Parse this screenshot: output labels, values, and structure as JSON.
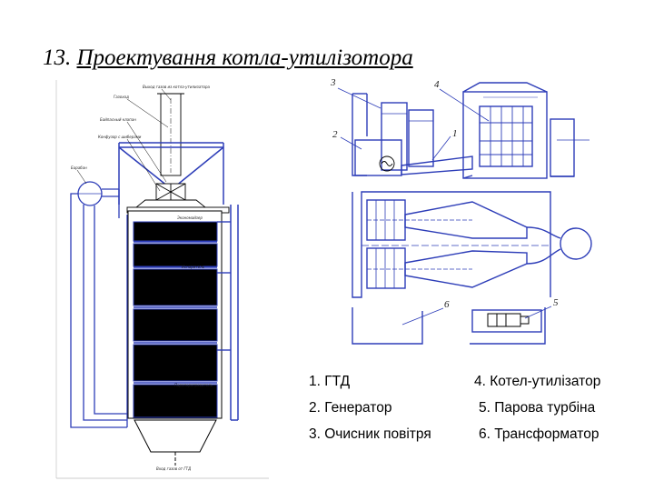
{
  "title": {
    "number": "13.",
    "text": "Проектування котла-утилізотора"
  },
  "boiler_labels": {
    "exhaust_top": "Выход газов из котла-утилизатора",
    "stack": "Газоход",
    "bypass": "Байпасный клапан",
    "diffuser": "Конфузор с шиберами",
    "drum": "Барабан",
    "economizer": "Экономайзер",
    "evaporator": "Испаритель",
    "superheater": "Пароперегреватель",
    "gas_inlet": "Вход газов от ГТД"
  },
  "plan_numbers": [
    "3",
    "4",
    "2",
    "1",
    "6",
    "5"
  ],
  "legend": [
    {
      "left": "1. ГТД",
      "right": "4. Котел-утилізатор"
    },
    {
      "left": "2. Генератор",
      "right": "5. Парова турбіна"
    },
    {
      "left": "3. Очисник повітря",
      "right": "6. Трансформатор"
    }
  ]
}
